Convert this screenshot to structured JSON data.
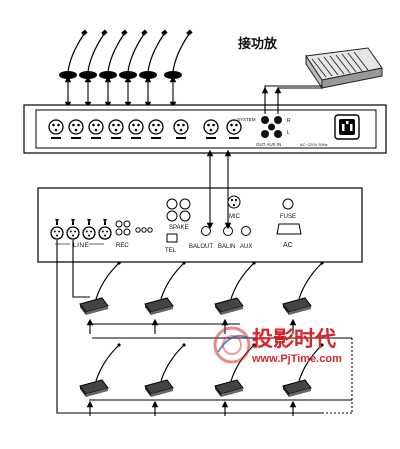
{
  "amplifier_label": "接功放",
  "rear_panel": {
    "left_labels": [
      "SYSTEM"
    ],
    "channel_labels": [
      "R",
      "L"
    ],
    "bottom_label": "OUT AUX IN",
    "power_label": "AC~220V 50Hz"
  },
  "front_panel": {
    "line_label": "LINE",
    "rec_label": "REC",
    "speak_label": "SPAKE",
    "mic_label": "MIC",
    "fuse_label": "FUSE",
    "tel_label": "TEL",
    "balout_label": "BALOUT",
    "balin_label": "BALIN",
    "aux_label": "AUX",
    "ac_label": "AC"
  },
  "watermark": {
    "title": "投影时代",
    "url": "www.PjTime.com"
  },
  "colors": {
    "line": "#000000",
    "panel_fill": "#ffffff",
    "watermark_red": "#d9262a",
    "watermark_blue": "#1f5fb0"
  },
  "icons": {
    "microphone": "gooseneck-mic-icon",
    "mixer": "mixer-console-icon",
    "xlr": "xlr-connector-icon",
    "din": "din-connector-icon",
    "delegate_unit": "conference-unit-icon"
  }
}
